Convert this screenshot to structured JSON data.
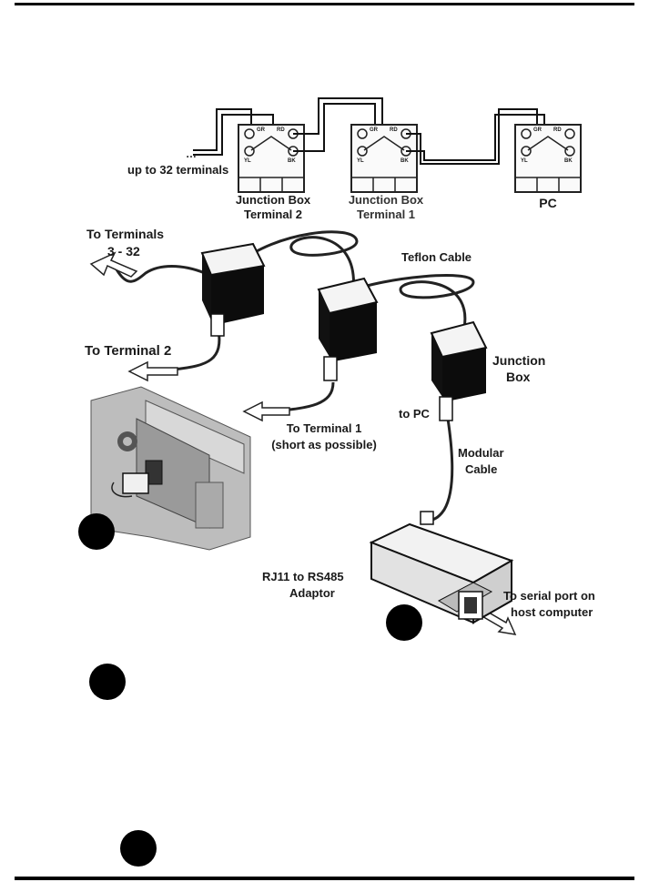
{
  "schematic": {
    "continuation_mark": "…",
    "up_to_terminals": "up to 32 terminals",
    "pin_labels": {
      "gr": "GR",
      "rd": "RD",
      "yl": "YL",
      "bk": "BK"
    },
    "junction_box_terminal_2": {
      "line1": "Junction Box",
      "line2": "Terminal 2"
    },
    "junction_box_terminal_1": {
      "line1": "Junction Box",
      "line2": "Terminal 1"
    },
    "pc": "PC"
  },
  "illustration": {
    "to_terminals_3_32": {
      "line1": "To Terminals",
      "line2": "3 - 32"
    },
    "teflon_cable": "Teflon Cable",
    "to_terminal_2": "To Terminal 2",
    "junction_box": {
      "line1": "Junction",
      "line2": "Box"
    },
    "to_terminal_1": {
      "line1": "To Terminal 1",
      "line2": "(short as possible)"
    },
    "to_pc": "to PC",
    "modular_cable": {
      "line1": "Modular",
      "line2": "Cable"
    },
    "rj11_adaptor": {
      "line1": "RJ11 to RS485",
      "line2": "Adaptor"
    },
    "to_serial_port": {
      "line1": "To serial port on",
      "line2": "host computer"
    }
  },
  "markers": [
    "marker-1",
    "marker-2",
    "marker-3",
    "marker-4"
  ],
  "colors": {
    "ink": "#000000",
    "paper": "#ffffff",
    "photo_gray": "#bdbdbd"
  }
}
